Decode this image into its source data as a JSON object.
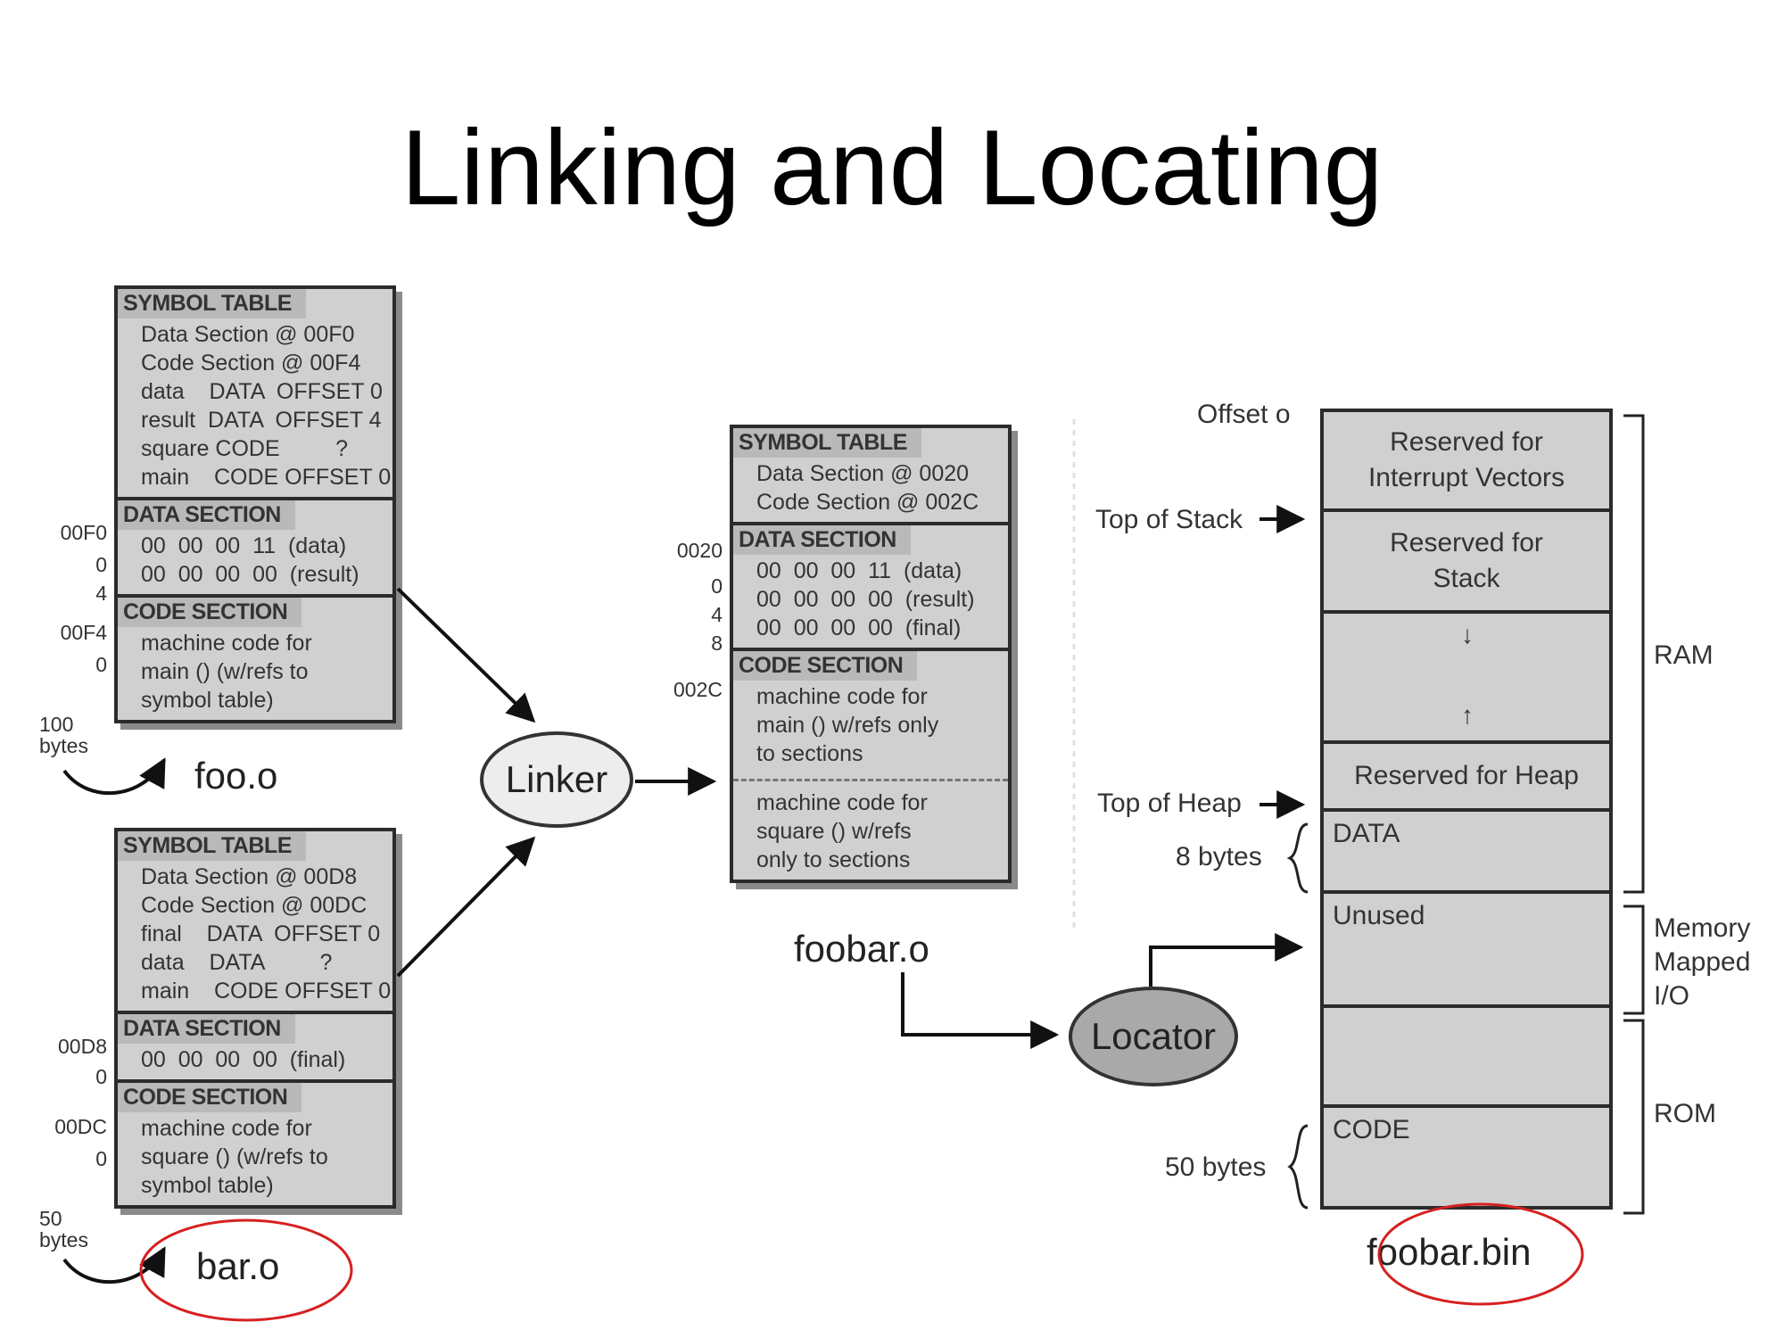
{
  "title": "Linking and Locating",
  "foo": {
    "symbol": {
      "header": "SYMBOL TABLE",
      "lines": [
        "Data Section @ 00F0",
        "Code Section @ 00F4",
        "data    DATA  OFFSET 0",
        "result  DATA  OFFSET 4",
        "square CODE         ?",
        "main    CODE OFFSET 0"
      ]
    },
    "data": {
      "header": "DATA SECTION",
      "addr": "00F0",
      "offsets": [
        "0",
        "4"
      ],
      "lines": [
        "00  00  00  11  (data)",
        "00  00  00  00  (result)"
      ]
    },
    "code": {
      "header": "CODE SECTION",
      "addr": "00F4",
      "offsets": [
        "0"
      ],
      "lines": [
        "machine code for",
        "main () (w/refs to",
        "symbol table)"
      ]
    },
    "size": "100\nbytes",
    "name": "foo.o"
  },
  "bar": {
    "symbol": {
      "header": "SYMBOL TABLE",
      "lines": [
        "Data Section @ 00D8",
        "Code Section @ 00DC",
        "final    DATA  OFFSET 0",
        "data    DATA         ?",
        "main    CODE OFFSET 0"
      ]
    },
    "data": {
      "header": "DATA SECTION",
      "addr": "00D8",
      "offsets": [
        "0"
      ],
      "lines": [
        "00  00  00  00  (final)"
      ]
    },
    "code": {
      "header": "CODE SECTION",
      "addr": "00DC",
      "offsets": [
        "0"
      ],
      "lines": [
        "machine code for",
        "square () (w/refs to",
        "symbol table)"
      ]
    },
    "size": "50\nbytes",
    "name": "bar.o"
  },
  "foobar": {
    "symbol": {
      "header": "SYMBOL TABLE",
      "lines": [
        "Data Section @ 0020",
        "Code Section @ 002C"
      ]
    },
    "data": {
      "header": "DATA SECTION",
      "addr": "0020",
      "offsets": [
        "0",
        "4",
        "8"
      ],
      "lines": [
        "00  00  00  11  (data)",
        "00  00  00  00  (result)",
        "00  00  00  00  (final)"
      ]
    },
    "code": {
      "header": "CODE SECTION",
      "addr": "002C",
      "lines_a": [
        "machine code for",
        "main () w/refs only",
        "to sections"
      ],
      "lines_b": [
        "machine code for",
        "square () w/refs",
        "only to sections"
      ]
    },
    "name": "foobar.o"
  },
  "linker": "Linker",
  "locator": "Locator",
  "memory": {
    "blocks": [
      "Reserved for\nInterrupt Vectors",
      "Reserved for\nStack",
      "",
      "Reserved for Heap",
      "DATA",
      "Unused",
      "",
      "CODE"
    ],
    "offset_label": "Offset  o",
    "top_of_stack": "Top of Stack",
    "top_of_heap": "Top of Heap",
    "data_size": "8 bytes",
    "code_size": "50 bytes",
    "regions": {
      "ram": "RAM",
      "mmio": "Memory\nMapped\nI/O",
      "rom": "ROM"
    },
    "name": "foobar.bin"
  }
}
